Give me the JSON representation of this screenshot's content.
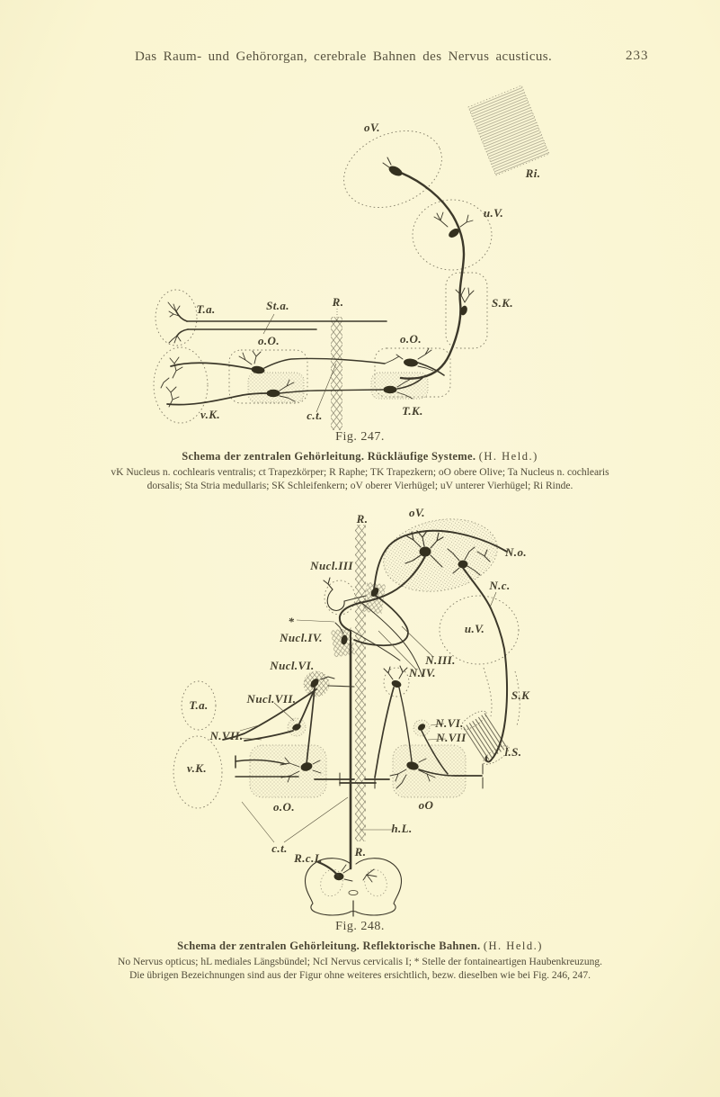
{
  "page": {
    "header_title": "Das Raum- und Gehörorgan, cerebrale Bahnen des Nervus acusticus.",
    "page_number": "233",
    "paper_color": "#faf5d3",
    "ink_color": "#3c382a"
  },
  "fig247": {
    "figure_number": "Fig. 247.",
    "caption_title": "Schema der zentralen Gehörleitung.  Rückläufige Systeme.",
    "caption_credit": "(H. Held.)",
    "legend_line1": "vK Nucleus n. cochlearis ventralis; ct Trapezkörper; R Raphe; TK Trapezkern; oO obere Olive; Ta Nucleus n. cochlearis",
    "legend_line2": "dorsalis; Sta Stria medullaris; SK Schleifenkern; oV oberer Vierhügel; uV unterer Vierhügel; Ri Rinde.",
    "labels": {
      "oV": "oV.",
      "Ri": "Ri.",
      "uV": "u.V.",
      "SK": "S.K.",
      "Ta": "T.a.",
      "Sta": "St.a.",
      "R": "R.",
      "oO_left": "o.O.",
      "oO_right": "o.O.",
      "vK": "v.K.",
      "ct": "c.t.",
      "TK": "T.K."
    }
  },
  "fig248": {
    "figure_number": "Fig. 248.",
    "caption_title": "Schema der zentralen Gehörleitung.  Reflektorische Bahnen.",
    "caption_credit": "(H. Held.)",
    "legend_line1": "No Nervus opticus; hL mediales Längsbündel; NcI Nervus cervicalis I; * Stelle der fontaineartigen Haubenkreuzung.",
    "legend_line2": "Die übrigen Bezeichnungen sind aus der Figur ohne weiteres ersichtlich, bezw. dieselben wie bei Fig. 246, 247.",
    "labels": {
      "R_top": "R.",
      "oV": "oV.",
      "No": "N.o.",
      "NuclIII": "Nucl.III",
      "star": "*",
      "NuclIV": "Nucl.IV.",
      "Nc": "N.c.",
      "uV": "u.V.",
      "NuclVI": "Nucl.VI.",
      "NIII": "N.III.",
      "NIV": "N.IV.",
      "NuclVII": "Nucl.VII.",
      "Ta": "T.a.",
      "NVII_left": "N.VII.",
      "SK": "S.K",
      "vK": "v.K.",
      "NVI": "N.VI.",
      "NVII_right": "N.VII",
      "lS": "l.S.",
      "oO_left": "o.O.",
      "oO_right": "oO",
      "hL": "h.L.",
      "R_mid": "R.",
      "ct": "c.t.",
      "RcI": "R.c.I."
    }
  }
}
